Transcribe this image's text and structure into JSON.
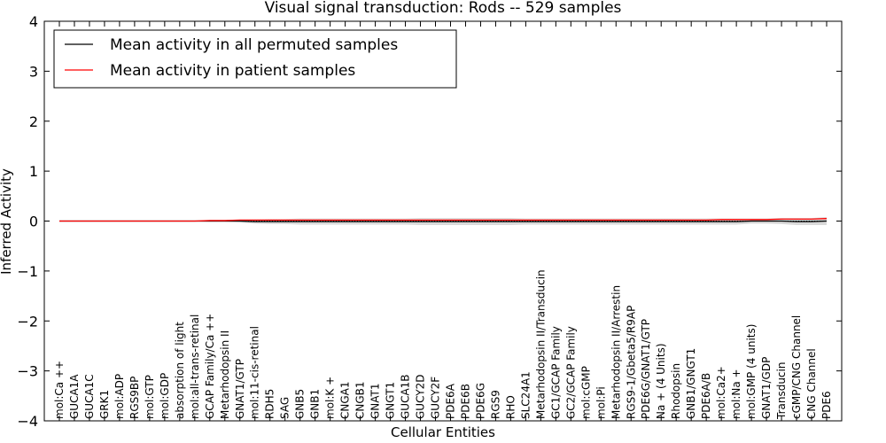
{
  "chart_data": {
    "type": "line",
    "title": "Visual signal transduction: Rods -- 529 samples",
    "xlabel": "Cellular Entities",
    "ylabel": "Inferred Activity",
    "ylim": [
      -4,
      4
    ],
    "yticks": [
      "−4",
      "−3",
      "−2",
      "−1",
      "0",
      "1",
      "2",
      "3",
      "4"
    ],
    "categories": [
      "mol:Ca ++",
      "GUCA1A",
      "GUCA1C",
      "GRK1",
      "mol:ADP",
      "RGS9BP",
      "mol:GTP",
      "mol:GDP",
      "absorption of light",
      "mol:all-trans-retinal",
      "GCAP Family/Ca ++",
      "Metarhodopsin II",
      "GNAT1/GTP",
      "mol:11-cis-retinal",
      "RDH5",
      "SAG",
      "GNB5",
      "GNB1",
      "mol:K +",
      "CNGA1",
      "CNGB1",
      "GNAT1",
      "GNGT1",
      "GUCA1B",
      "GUCY2D",
      "GUCY2F",
      "PDE6A",
      "PDE6B",
      "PDE6G",
      "RGS9",
      "RHO",
      "SLC24A1",
      "Metarhodopsin II/Transducin",
      "GC1/GCAP Family",
      "GC2/GCAP Family",
      "mol:cGMP",
      "mol:Pi",
      "Metarhodopsin II/Arrestin",
      "RGS9-1/Gbeta5/R9AP",
      "PDE6G/GNAT1/GTP",
      "Na + (4 Units)",
      "Rhodopsin",
      "GNB1/GNGT1",
      "PDE6A/B",
      "mol:Ca2+",
      "mol:Na +",
      "mol:GMP (4 units)",
      "GNAT1/GDP",
      "Transducin",
      "cGMP/CNG Channel",
      "CNG Channel",
      "PDE6"
    ],
    "series": [
      {
        "name": "Mean activity in all permuted samples",
        "color": "#000000",
        "values": [
          0.0,
          0.0,
          0.0,
          0.0,
          0.0,
          0.0,
          0.0,
          0.0,
          0.0,
          0.0,
          0.0,
          0.0,
          0.0,
          -0.01,
          -0.01,
          -0.01,
          -0.01,
          -0.01,
          -0.01,
          -0.01,
          -0.01,
          -0.01,
          -0.01,
          -0.01,
          -0.01,
          -0.01,
          -0.01,
          -0.01,
          -0.01,
          -0.01,
          -0.01,
          -0.01,
          -0.01,
          -0.01,
          -0.01,
          -0.01,
          -0.01,
          -0.01,
          -0.01,
          -0.01,
          -0.01,
          -0.01,
          -0.01,
          -0.01,
          -0.01,
          -0.01,
          0.0,
          0.0,
          0.0,
          -0.01,
          -0.01,
          0.0
        ]
      },
      {
        "name": "Mean activity in patient samples",
        "color": "#ff0000",
        "values": [
          0.0,
          0.0,
          0.0,
          0.0,
          0.0,
          0.0,
          0.0,
          0.0,
          0.0,
          0.0,
          0.01,
          0.01,
          0.02,
          0.02,
          0.02,
          0.02,
          0.02,
          0.02,
          0.02,
          0.02,
          0.02,
          0.02,
          0.02,
          0.02,
          0.02,
          0.02,
          0.02,
          0.02,
          0.02,
          0.02,
          0.02,
          0.02,
          0.02,
          0.02,
          0.02,
          0.02,
          0.02,
          0.02,
          0.02,
          0.02,
          0.02,
          0.02,
          0.02,
          0.02,
          0.03,
          0.03,
          0.03,
          0.03,
          0.04,
          0.04,
          0.04,
          0.05
        ]
      }
    ],
    "band_halfwidth": [
      0.01,
      0.01,
      0.01,
      0.01,
      0.01,
      0.01,
      0.01,
      0.01,
      0.01,
      0.01,
      0.02,
      0.02,
      0.03,
      0.04,
      0.05,
      0.05,
      0.06,
      0.06,
      0.06,
      0.06,
      0.06,
      0.06,
      0.06,
      0.06,
      0.07,
      0.07,
      0.07,
      0.07,
      0.07,
      0.07,
      0.07,
      0.06,
      0.06,
      0.06,
      0.06,
      0.06,
      0.06,
      0.06,
      0.06,
      0.06,
      0.06,
      0.06,
      0.06,
      0.06,
      0.06,
      0.06,
      0.05,
      0.05,
      0.06,
      0.07,
      0.07,
      0.08
    ],
    "band_color": "#bfbfbf",
    "reference_line": 0,
    "legend_position": "upper-left",
    "grid": false
  }
}
